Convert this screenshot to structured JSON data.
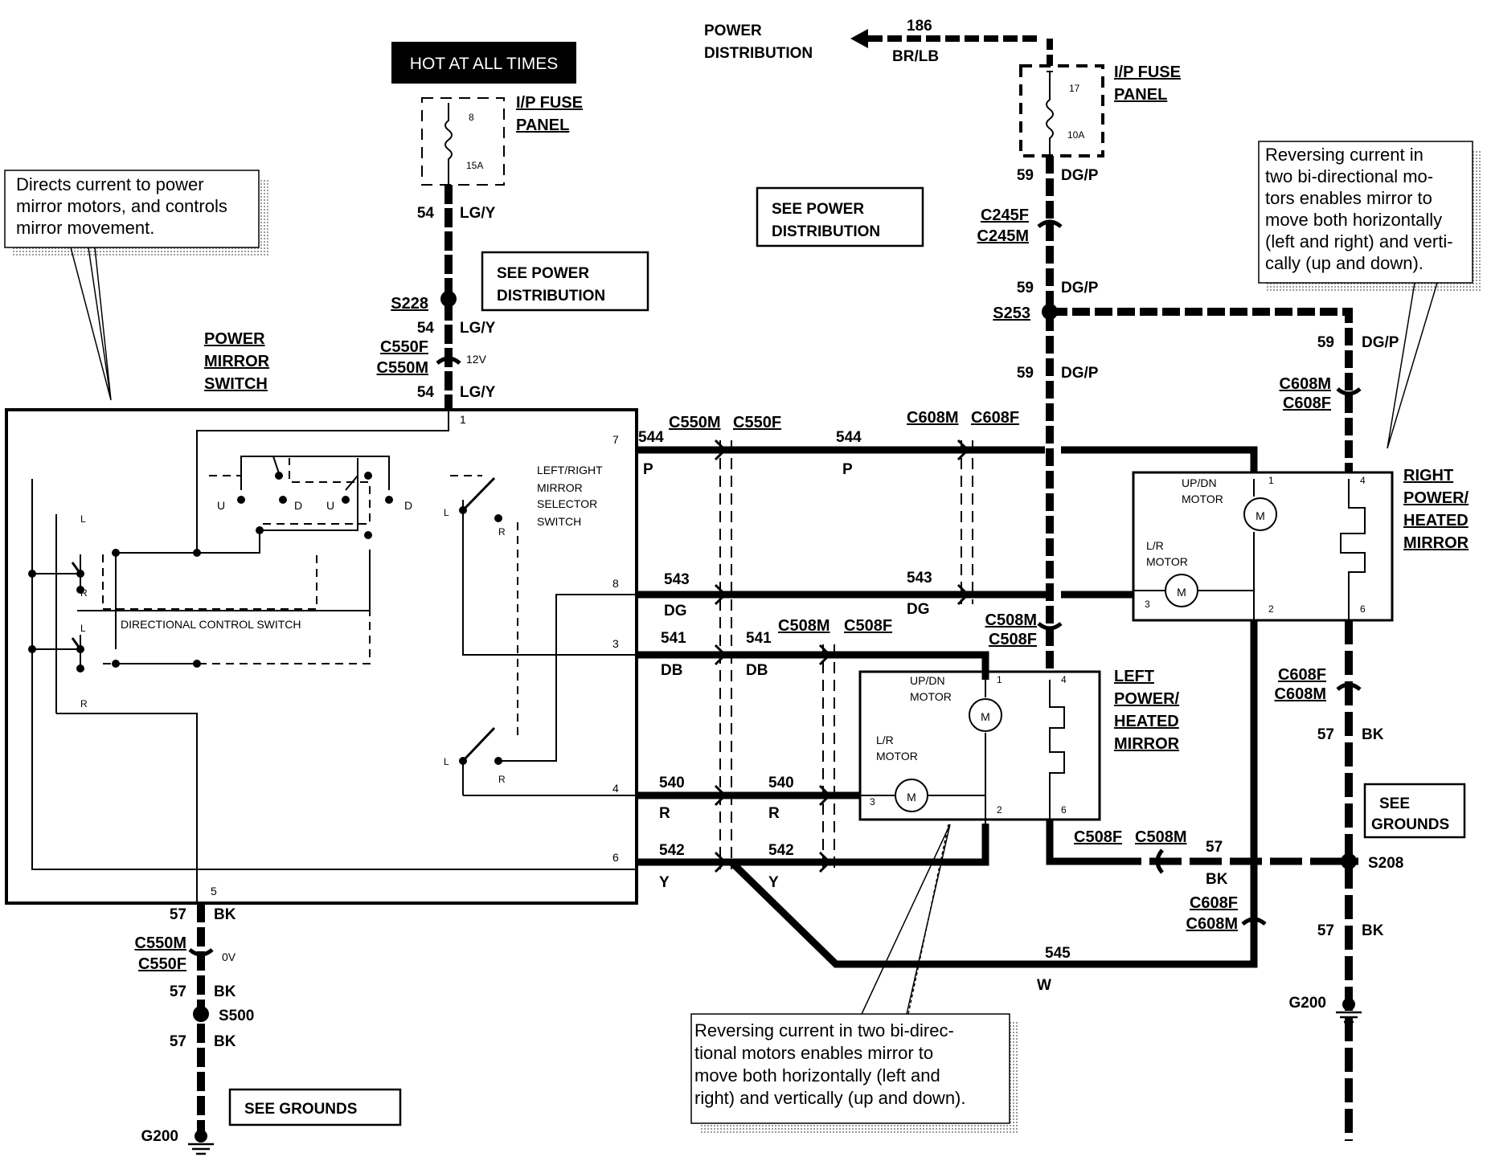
{
  "labels": {
    "hot_at_all_times": "HOT AT ALL TIMES",
    "ip_fuse_panel_1": "I/P FUSE",
    "ip_fuse_panel_2": "PANEL",
    "fuse8": "8",
    "fuse8_rating": "15A",
    "fuse17": "17",
    "fuse17_rating": "10A",
    "power_distribution_1": "POWER",
    "power_distribution_2": "DISTRIBUTION",
    "circuit_186": "186",
    "color_brlb": "BR/LB",
    "see_power_1": "SEE POWER",
    "see_power_2": "DISTRIBUTION",
    "see_grounds_1": "SEE GROUNDS",
    "see_grounds_2a": "SEE",
    "see_grounds_2b": "GROUNDS",
    "power_mirror_switch_1": "POWER",
    "power_mirror_switch_2": "MIRROR",
    "power_mirror_switch_3": "SWITCH",
    "right_mirror_1": "RIGHT",
    "right_mirror_2": "POWER/",
    "right_mirror_3": "HEATED",
    "right_mirror_4": "MIRROR",
    "left_mirror_1": "LEFT",
    "left_mirror_2": "POWER/",
    "left_mirror_3": "HEATED",
    "left_mirror_4": "MIRROR",
    "updn_motor_1": "UP/DN",
    "updn_motor_2": "MOTOR",
    "lr_motor_1": "L/R",
    "lr_motor_2": "MOTOR",
    "motor_m": "M",
    "selector_1": "LEFT/RIGHT",
    "selector_2": "MIRROR",
    "selector_3": "SELECTOR",
    "selector_4": "SWITCH",
    "directional_switch": "DIRECTIONAL CONTROL SWITCH",
    "sw_u": "U",
    "sw_d": "D",
    "sw_l": "L",
    "sw_r": "R",
    "v12": "12V",
    "v0": "0V",
    "s228": "S228",
    "s253": "S253",
    "s208": "S208",
    "s500": "S500",
    "g200": "G200",
    "c550f": "C550F",
    "c550m": "C550M",
    "c245f": "C245F",
    "c245m": "C245M",
    "c608m": "C608M",
    "c608f": "C608F",
    "c508m": "C508M",
    "c508f": "C508F",
    "n54": "54",
    "lgy": "LG/Y",
    "n59": "59",
    "dgp": "DG/P",
    "n57": "57",
    "bk": "BK",
    "n544": "544",
    "p": "P",
    "n543": "543",
    "dg": "DG",
    "n541": "541",
    "db": "DB",
    "n540": "540",
    "r": "R",
    "n542": "542",
    "y": "Y",
    "n545": "545",
    "wc": "W",
    "pin1": "1",
    "pin2": "2",
    "pin3": "3",
    "pin4": "4",
    "pin5": "5",
    "pin6": "6",
    "pin7": "7",
    "pin8": "8"
  },
  "notes": {
    "switch_1": "Directs current to power",
    "switch_2": "mirror motors, and controls",
    "switch_3": "mirror movement.",
    "right_1": "Reversing current in",
    "right_2": "two bi-directional mo-",
    "right_3": "tors enables mirror to",
    "right_4": "move both horizontally",
    "right_5": "(left and right) and verti-",
    "right_6": "cally (up and down).",
    "left_1": "Reversing current in two bi-direc-",
    "left_2": "tional motors enables mirror to",
    "left_3": "move both horizontally (left and",
    "left_4": "right) and vertically (up and down)."
  }
}
